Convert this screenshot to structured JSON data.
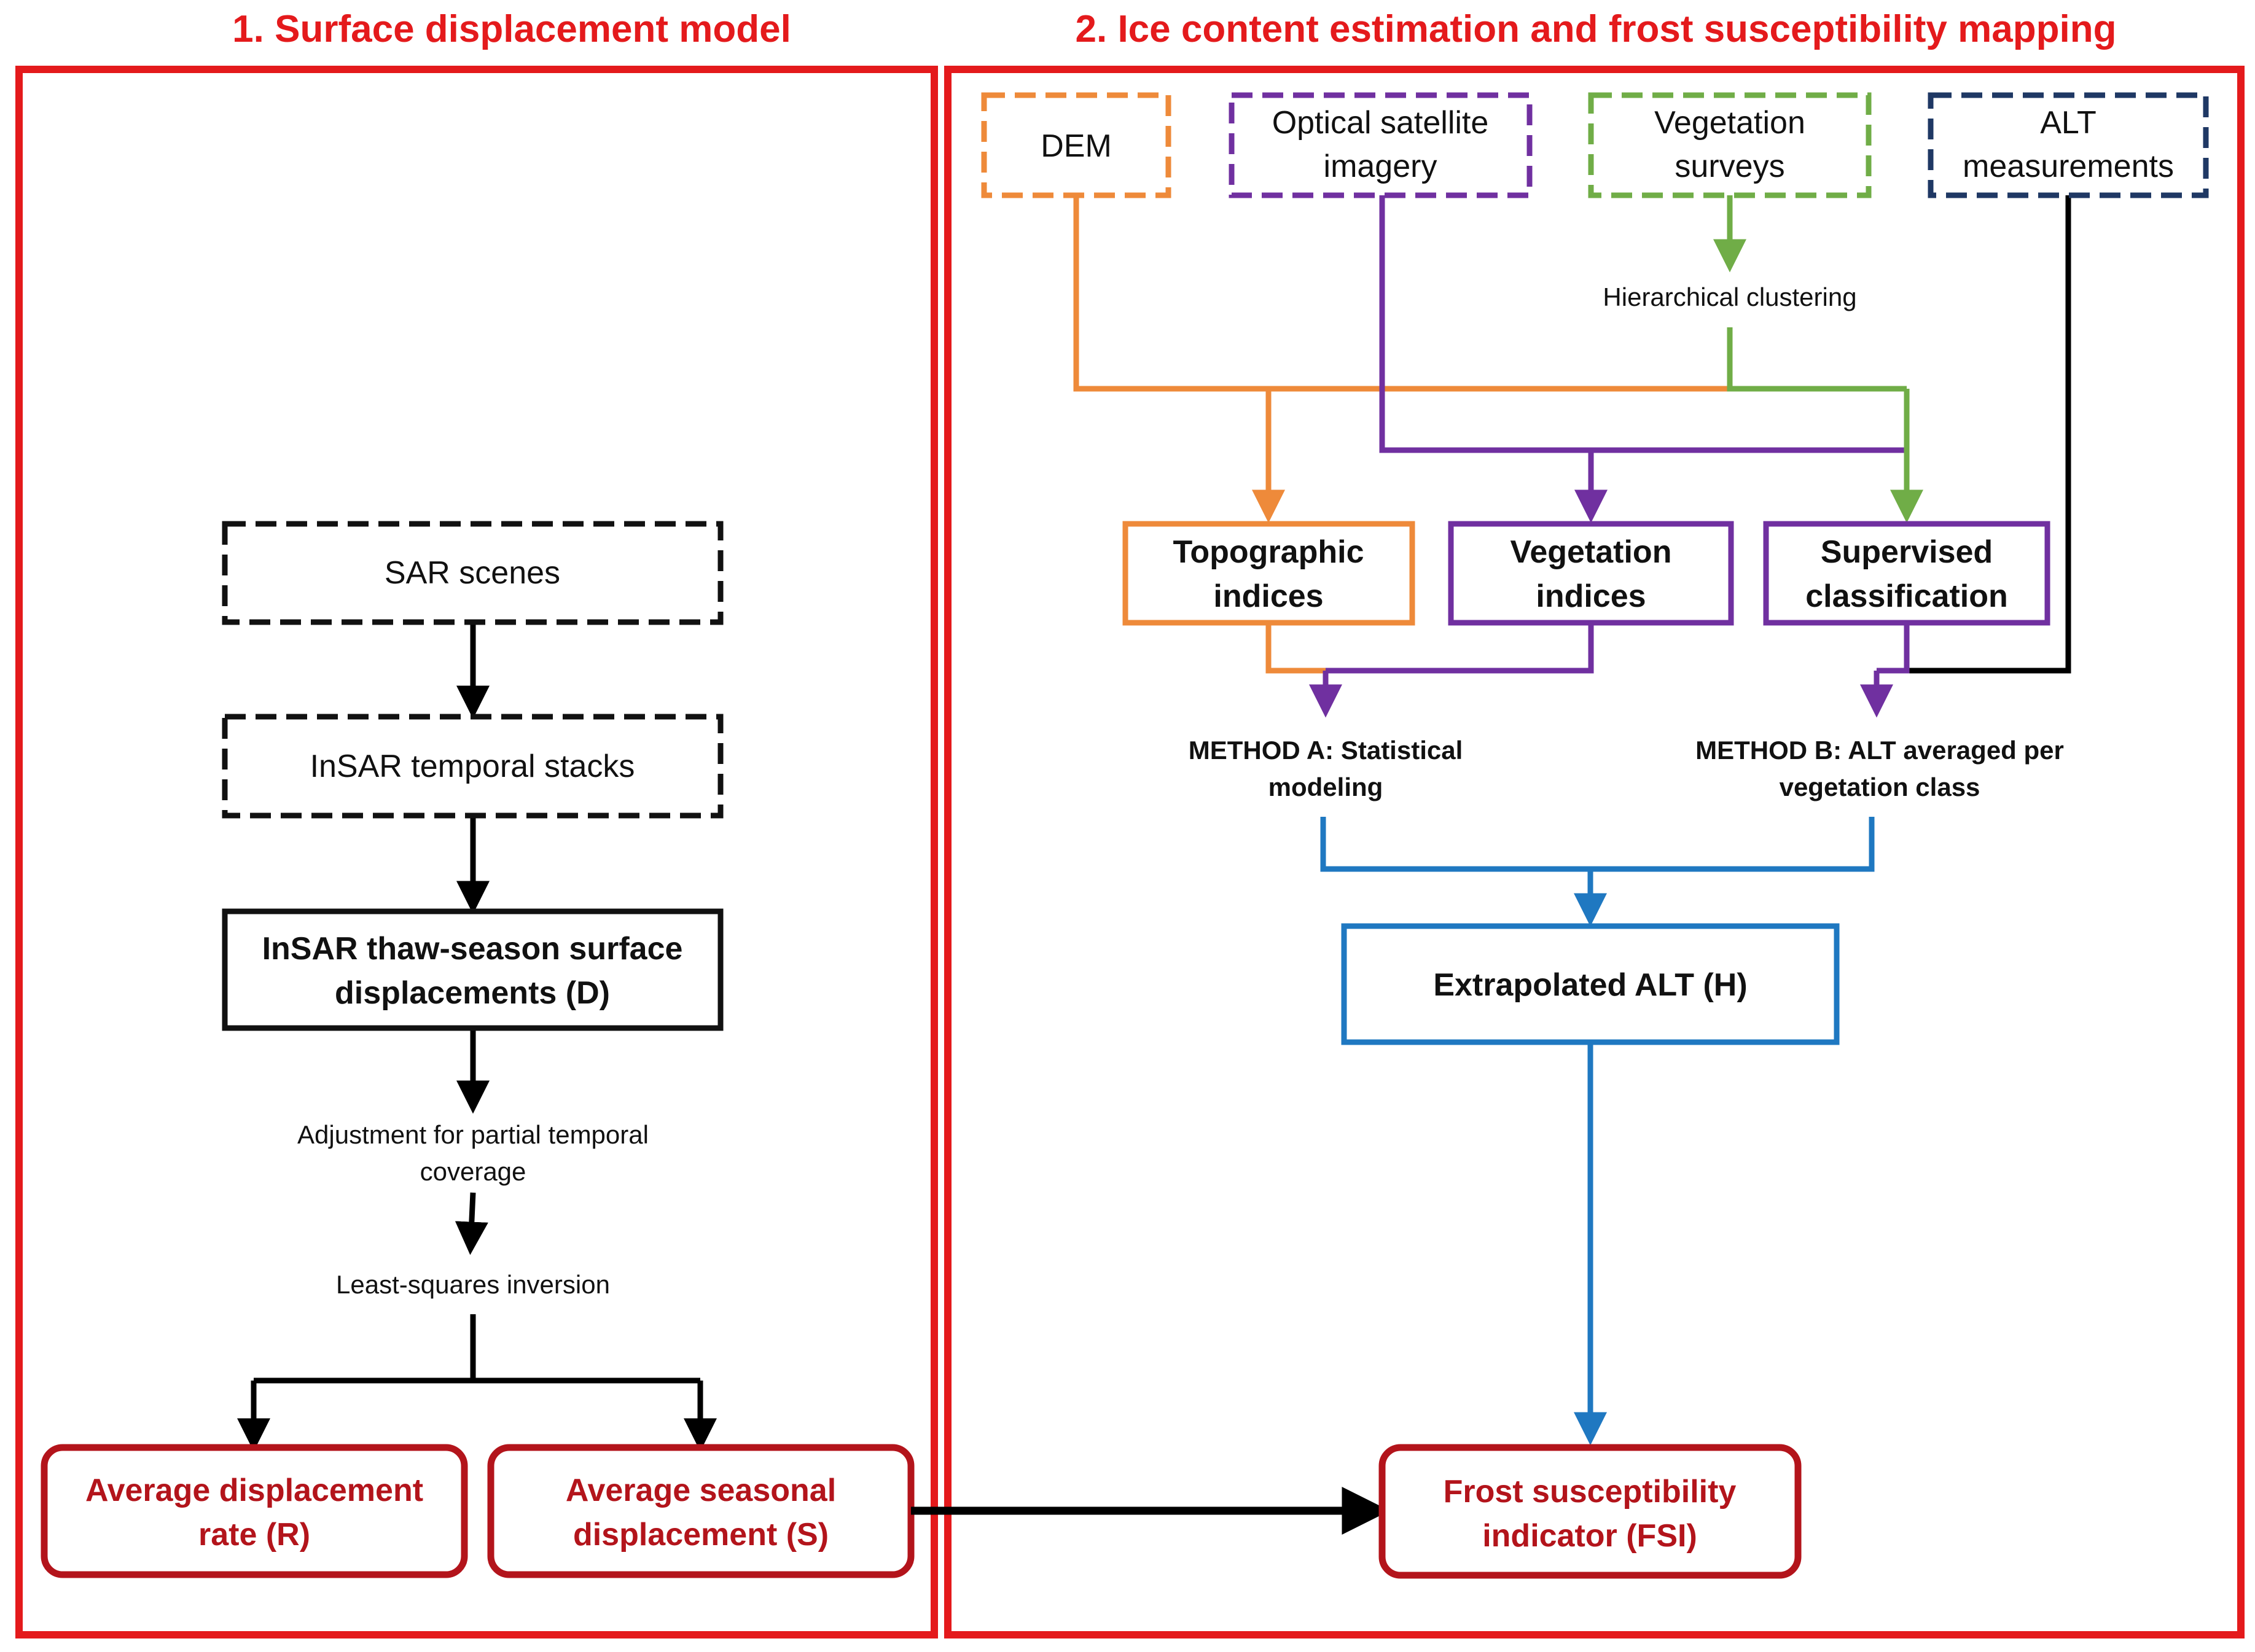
{
  "panels": {
    "left_title": "1. Surface displacement model",
    "right_title": "2. Ice content estimation and frost susceptibility mapping"
  },
  "left": {
    "sar_scenes": "SAR scenes",
    "insar_stacks": "InSAR temporal stacks",
    "displacements": [
      "InSAR thaw-season surface",
      "displacements (D)"
    ],
    "adjustment": [
      "Adjustment for partial temporal",
      "coverage"
    ],
    "inversion": "Least-squares inversion",
    "rate": [
      "Average displacement",
      "rate (R)"
    ],
    "seasonal": [
      "Average seasonal",
      "displacement (S)"
    ]
  },
  "right": {
    "dem": "DEM",
    "optical": [
      "Optical satellite",
      "imagery"
    ],
    "veg_surveys": [
      "Vegetation",
      "surveys"
    ],
    "alt_meas": [
      "ALT",
      "measurements"
    ],
    "clustering": "Hierarchical clustering",
    "topo": [
      "Topographic",
      "indices"
    ],
    "veg_indices": [
      "Vegetation",
      "indices"
    ],
    "supervised": [
      "Supervised",
      "classification"
    ],
    "method_a": [
      "METHOD A: Statistical",
      "modeling"
    ],
    "method_b": [
      "METHOD B:  ALT averaged per",
      "vegetation class"
    ],
    "extrapolated": "Extrapolated ALT (H)",
    "fsi": [
      "Frost susceptibility",
      "indicator (FSI)"
    ]
  },
  "colors": {
    "panel_border": "#e41a1c",
    "output_red": "#b3141b",
    "orange": "#ee8a3a",
    "purple": "#7030a0",
    "green": "#70ad47",
    "navy": "#1f3864",
    "blue": "#1f78c1",
    "black": "#000000"
  }
}
